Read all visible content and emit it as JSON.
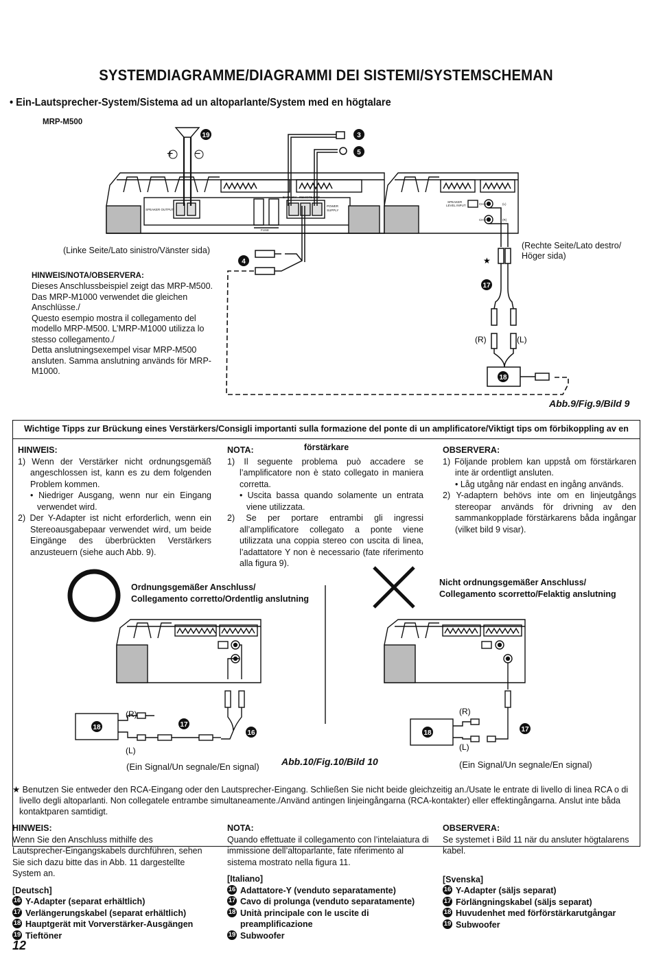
{
  "title": "SYSTEMDIAGRAMME/DIAGRAMMI DEI SISTEMI/SYSTEMSCHEMAN",
  "subtitle": "• Ein-Lautsprecher-System/Sistema ad un altoparlante/System med en högtalare",
  "diagram9": {
    "model": "MRP-M500",
    "left_side": "(Linke Seite/Lato sinistro/Vänster sida)",
    "right_side_1": "(Rechte Seite/Lato destro/",
    "right_side_2": "Höger sida)",
    "label_r": "(R)",
    "label_l": "(L)",
    "plus": "+",
    "minus": "−",
    "star": "★",
    "amp_labels": {
      "speaker_output": "SPEAKER OUTPUT",
      "fuse": "FUSE",
      "battery": "BATTERY",
      "remote": "REMOTE",
      "gnd": "GND",
      "power_supply_1": "POWER",
      "power_supply_2": "SUPPLY",
      "speaker_level_input_1": "SPEAKER",
      "speaker_level_input_2": "LEVEL INPUT",
      "ch1": "CH-1",
      "ch2": "CH-2",
      "l": "(L)",
      "r": "(R)"
    },
    "callouts": [
      "19",
      "3",
      "5",
      "4",
      "17",
      "18"
    ],
    "caption": "Abb.9/Fig.9/Bild 9"
  },
  "notes9": {
    "heading": "HINWEIS/NOTA/OBSERVERA:",
    "lines": [
      "Dieses Anschlussbeispiel zeigt das MRP-M500.",
      "Das MRP-M1000 verwendet die gleichen",
      "Anschlüsse./",
      "Questo esempio mostra il collegamento del",
      "modello MRP-M500. L’MRP-M1000 utilizza lo",
      "stesso collegamento./",
      "Detta anslutningsexempel visar MRP-M500",
      "ansluten. Samma anslutning används för MRP-",
      "M1000."
    ]
  },
  "tips": {
    "header": "Wichtige Tipps zur Brückung eines Verstärkers/Consigli importanti sulla formazione del ponte di un amplificatore/Viktigt tips om förbikoppling av en förstärkare",
    "de": {
      "heading": "HINWEIS:",
      "p1": "1) Wenn der Verstärker nicht ordnungsgemäß angeschlossen ist, kann es zu dem folgenden Problem kommen.",
      "p1b": "• Niedriger Ausgang, wenn nur ein Eingang verwendet wird.",
      "p2": "2) Der Y-Adapter ist nicht erforderlich, wenn ein Stereoausgabepaar verwendet wird, um beide Eingänge des überbrückten Verstärkers anzusteuern (siehe auch Abb. 9)."
    },
    "it": {
      "heading": "NOTA:",
      "p1": "1) Il seguente problema può accadere se l’amplificatore non è stato collegato in maniera corretta.",
      "p1b": "• Uscita bassa quando solamente un entrata viene utilizzata.",
      "p2": "2) Se per portare entrambi gli ingressi all’amplificatore collegato a ponte viene utilizzata una coppia stereo con uscita di linea, l’adattatore Y non è necessario (fate riferimento alla figura 9)."
    },
    "sv": {
      "heading": "OBSERVERA:",
      "p1": "1) Följande problem kan uppstå om förstärkaren inte är ordentligt ansluten.",
      "p1b": "• Låg utgång när endast en ingång används.",
      "p2": "2) Y-adaptern behövs inte om en linjeutgångs stereopar används för drivning av den sammankopplade förstärkarens båda ingångar (vilket bild 9 visar)."
    }
  },
  "diagram10": {
    "correct_1": "Ordnungsgemäßer Anschluss/",
    "correct_2": "Collegamento corretto/Ordentlig anslutning",
    "wrong_1": "Nicht ordnungsgemäßer Anschluss/",
    "wrong_2": "Collegamento scorretto/Felaktig anslutning",
    "signal": "(Ein Signal/Un segnale/En signal)",
    "label_r": "(R)",
    "label_l": "(L)",
    "callouts_left": [
      "18",
      "17",
      "16"
    ],
    "callouts_right": [
      "18",
      "17"
    ],
    "caption": "Abb.10/Fig.10/Bild 10"
  },
  "footnote": "★ Benutzen Sie entweder den RCA-Eingang oder den Lautsprecher-Eingang. Schließen Sie nicht beide gleichzeitig an./Usate le entrate di livello di linea RCA o di livello degli altoparlanti. Non collegatele entrambe simultaneamente./Använd antingen linjeingångarna (RCA-kontakter) eller effektingångarna. Anslut inte båda kontaktparen samtidigt.",
  "bottom": {
    "de": {
      "heading": "HINWEIS:",
      "text": "Wenn Sie den Anschluss mithilfe des Lautsprecher-Eingangskabels durchführen, sehen Sie sich dazu bitte das in Abb. 11 dargestellte System an.",
      "lang": "[Deutsch]",
      "items": [
        {
          "n": "16",
          "t": "Y-Adapter (separat erhältlich)"
        },
        {
          "n": "17",
          "t": "Verlängerungskabel (separat  erhältlich)"
        },
        {
          "n": "18",
          "t": "Hauptgerät mit Vorverstärker-Ausgängen"
        },
        {
          "n": "19",
          "t": "Tieftöner"
        }
      ]
    },
    "it": {
      "heading": "NOTA:",
      "text": "Quando effettuate il collegamento con l’intelaiatura di immissione dell’altoparlante, fate riferimento al sistema mostrato nella figura 11.",
      "lang": "[Italiano]",
      "items": [
        {
          "n": "16",
          "t": "Adattatore-Y (venduto separatamente)"
        },
        {
          "n": "17",
          "t": "Cavo di prolunga (venduto separatamente)"
        },
        {
          "n": "18",
          "t": "Unità principale con le uscite di preamplificazione"
        },
        {
          "n": "19",
          "t": "Subwoofer"
        }
      ]
    },
    "sv": {
      "heading": "OBSERVERA:",
      "text": "Se systemet i Bild 11 när du ansluter högtalarens kabel.",
      "lang": "[Svenska]",
      "items": [
        {
          "n": "16",
          "t": "Y-Adapter (säljs separat)"
        },
        {
          "n": "17",
          "t": "Förlängningskabel (säljs separat)"
        },
        {
          "n": "18",
          "t": "Huvudenhet med förförstärkarutgångar"
        },
        {
          "n": "19",
          "t": "Subwoofer"
        }
      ]
    }
  },
  "page_number": "12"
}
